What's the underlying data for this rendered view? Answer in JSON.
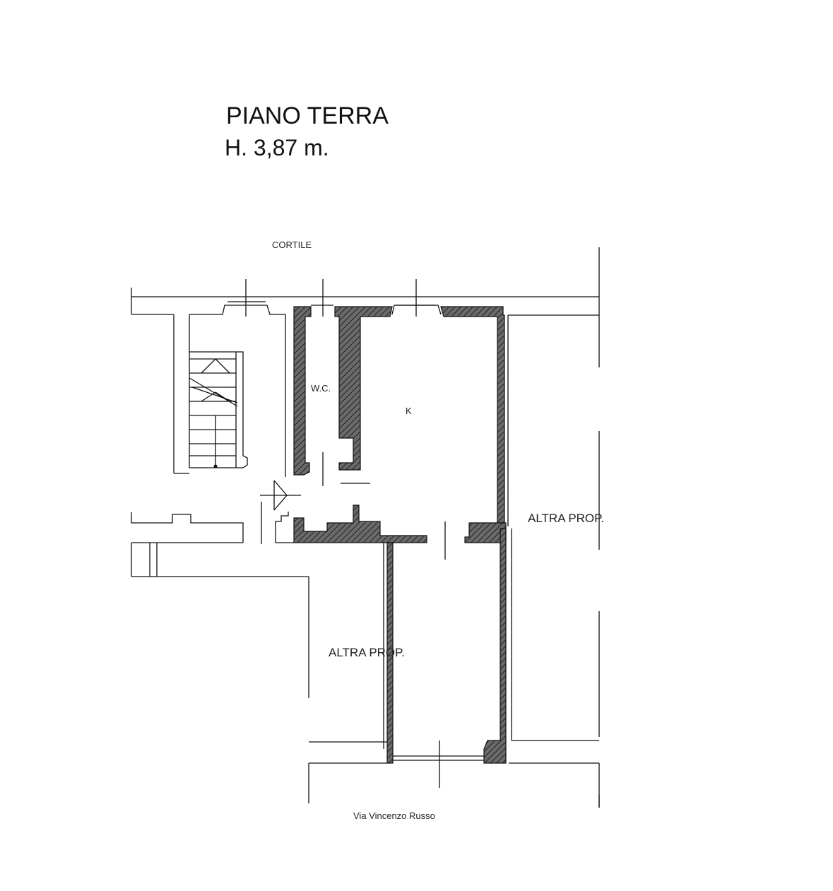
{
  "title": {
    "line1": "PIANO TERRA",
    "line2": "H. 3,87 m."
  },
  "labels": {
    "courtyard": "CORTILE",
    "wc": "W.C.",
    "kitchen": "K",
    "other_property_right": "ALTRA PROP.",
    "other_property_bottom": "ALTRA PROP.",
    "street": "Via Vincenzo Russo"
  },
  "colors": {
    "line": "#111111",
    "hatch_fill": "#555555",
    "background": "#ffffff"
  }
}
